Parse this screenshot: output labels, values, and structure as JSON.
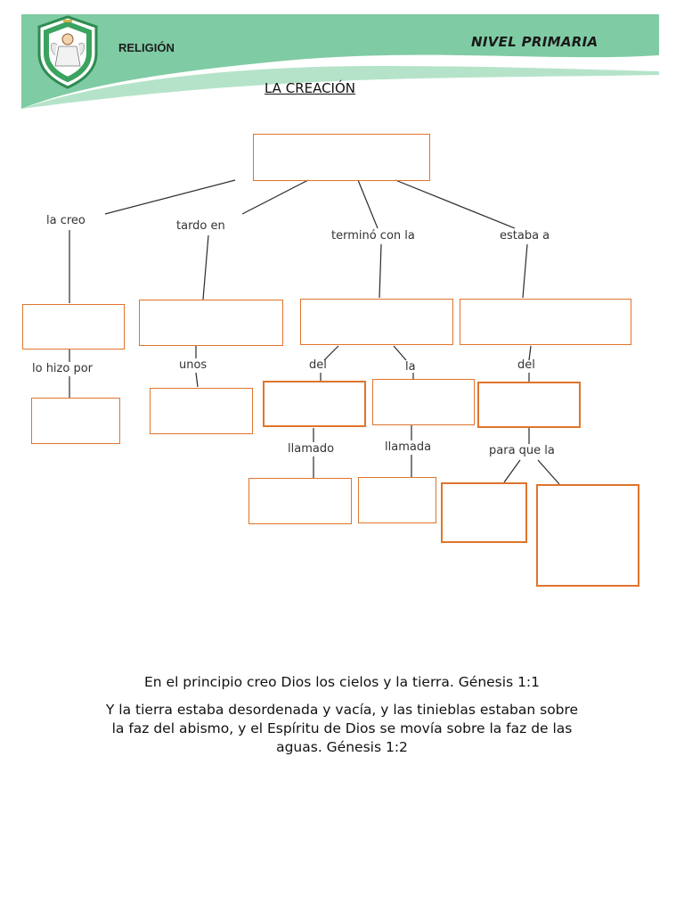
{
  "header": {
    "subject": "RELIGIÓN",
    "level": "NIVEL PRIMARIA",
    "logo_icon": "angel-shield-logo",
    "colors": {
      "band": "#7fcba4",
      "band_light": "#b5e3c9",
      "box_border": "#e0742c"
    }
  },
  "title": "LA CREACIÓN",
  "concept_map": {
    "connectors": [
      "la creo",
      "tardo en",
      "terminó con la",
      "estaba a",
      "lo hizo por",
      "unos",
      "del",
      "la",
      "del",
      "llamado",
      "llamada",
      "para que la"
    ],
    "boxes_filled": []
  },
  "verses": {
    "genesis_1_1": "En el principio creo Dios los cielos y la tierra. Génesis 1:1",
    "genesis_1_2": "Y la tierra estaba desordenada y vacía, y las tinieblas estaban sobre la faz del abismo, y el Espíritu de Dios se movía sobre la faz de las aguas. Génesis 1:2"
  }
}
